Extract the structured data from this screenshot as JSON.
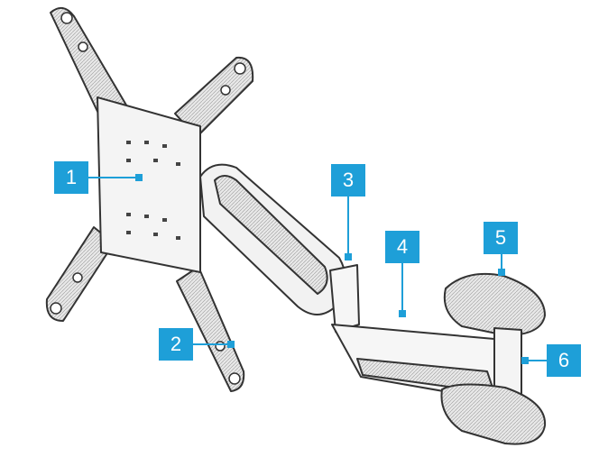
{
  "callouts": {
    "c1": "1",
    "c2": "2",
    "c3": "3",
    "c4": "4",
    "c5": "5",
    "c6": "6"
  },
  "colors": {
    "accent": "#1e9fd8",
    "line": "#333333",
    "shade": "#d9d9d9"
  }
}
